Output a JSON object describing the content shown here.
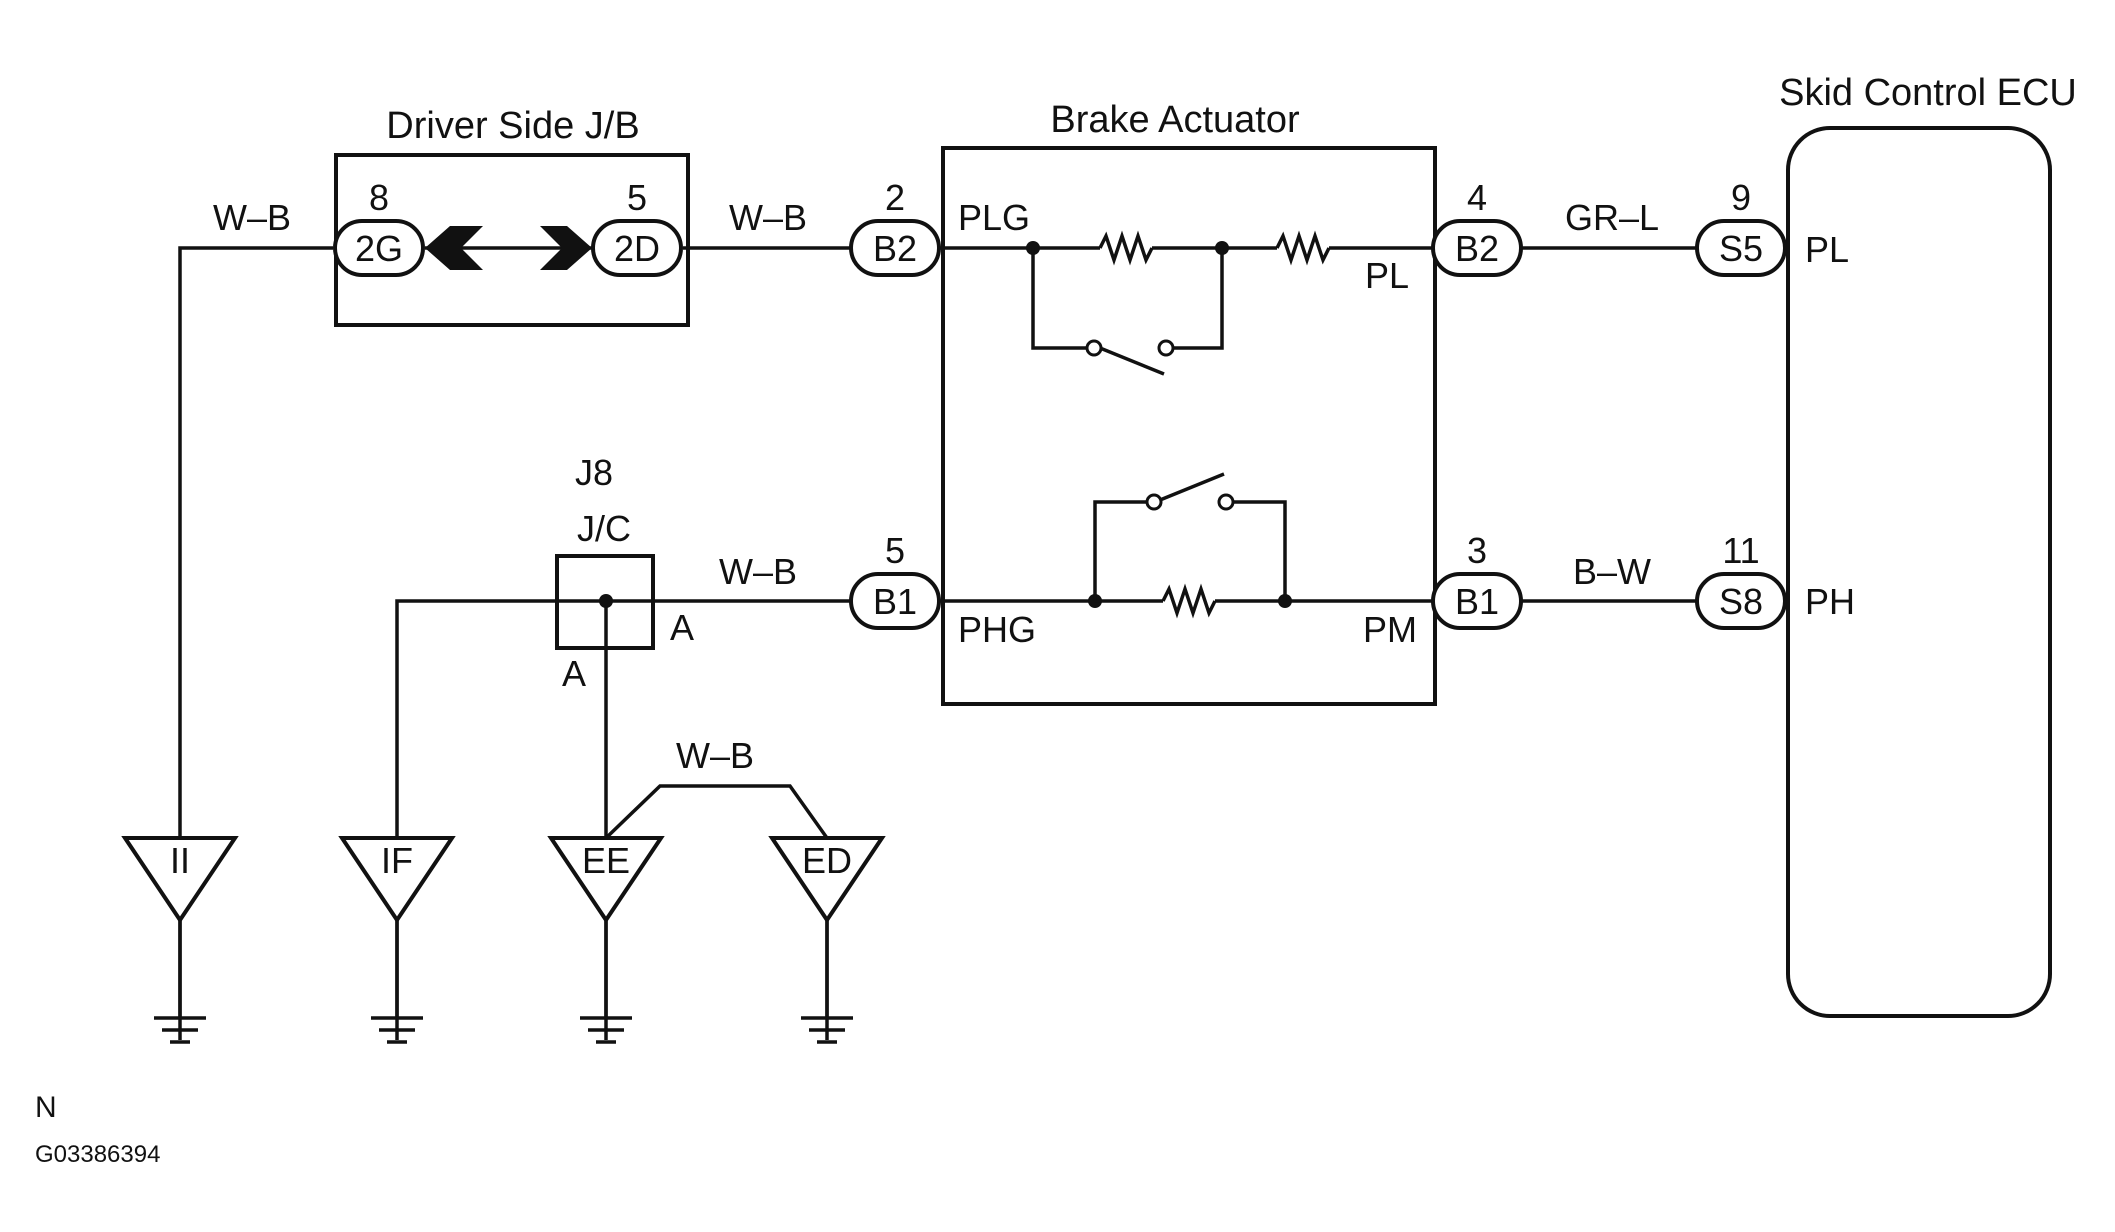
{
  "labels": {
    "driver_jb": "Driver Side J/B",
    "brake_actuator": "Brake Actuator",
    "skid_ecu": "Skid Control ECU",
    "jc_id": "J8",
    "jc": "J/C",
    "footer_letter": "N",
    "figure_code": "G03386394"
  },
  "connectors": [
    {
      "id": "jb-2g",
      "code": "2G",
      "pin": "8"
    },
    {
      "id": "jb-2d",
      "code": "2D",
      "pin": "5"
    },
    {
      "id": "act-plg-b2",
      "code": "B2",
      "pin": "2"
    },
    {
      "id": "act-pl-b2",
      "code": "B2",
      "pin": "4"
    },
    {
      "id": "act-phg-b1",
      "code": "B1",
      "pin": "5"
    },
    {
      "id": "act-pm-b1",
      "code": "B1",
      "pin": "3"
    },
    {
      "id": "ecu-pl-s5",
      "code": "S5",
      "pin": "9"
    },
    {
      "id": "ecu-ph-s8",
      "code": "S8",
      "pin": "11"
    }
  ],
  "terminals": {
    "plg": "PLG",
    "pl_act": "PL",
    "phg": "PHG",
    "pm": "PM",
    "pl_ecu": "PL",
    "ph_ecu": "PH",
    "jc_a_right": "A",
    "jc_a_bottom": "A"
  },
  "wire_colors": {
    "ii_to_jb": "W–B",
    "jb_to_act": "W–B",
    "jc_to_act": "W–B",
    "act_to_ecu_pl": "GR–L",
    "act_to_ecu_ph": "B–W",
    "ee_to_ed": "W–B"
  },
  "grounds": [
    "II",
    "IF",
    "EE",
    "ED"
  ]
}
